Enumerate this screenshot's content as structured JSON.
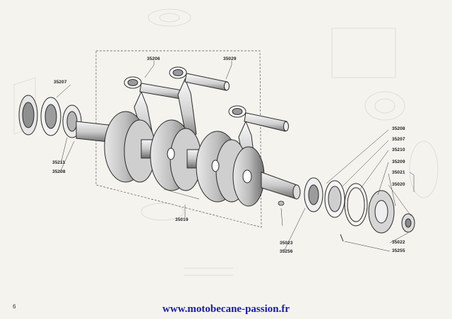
{
  "part_labels": {
    "p35206": "35206",
    "p35029": "35029",
    "p35207_left": "35207",
    "p35211": "35211",
    "p35208_left": "35208",
    "p35019": "35019",
    "p35023": "35023",
    "p35256": "35256",
    "p35208_right": "35208",
    "p35207_right": "35207",
    "p35210": "35210",
    "p35209": "35209",
    "p35021": "35021",
    "p35020": "35020",
    "p35022": "35022",
    "p35255": "35255"
  },
  "page_number": "6",
  "website": "www.motobecane-passion.fr",
  "colors": {
    "ink": "#2a2a2a",
    "shade": "#8c8c8c",
    "paper": "#f4f3ee",
    "url": "#1a1aa8"
  }
}
